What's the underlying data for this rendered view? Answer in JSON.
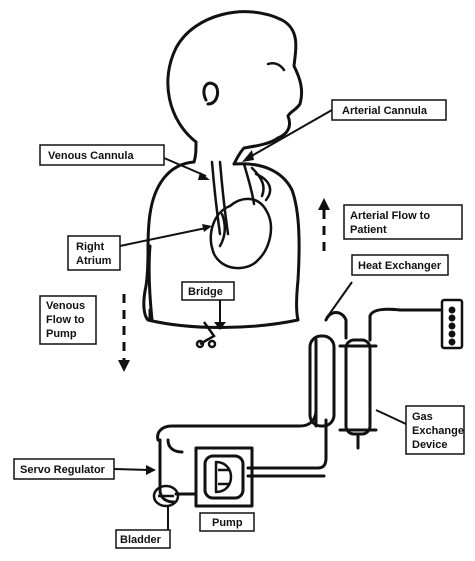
{
  "labels": {
    "arterial_cannula": "Arterial Cannula",
    "venous_cannula": "Venous Cannula",
    "right_atrium": [
      "Right",
      "Atrium"
    ],
    "arterial_flow": [
      "Arterial Flow to",
      "Patient"
    ],
    "heat_exchanger": "Heat Exchanger",
    "venous_flow": [
      "Venous",
      "Flow to",
      "Pump"
    ],
    "bridge": "Bridge",
    "gas_exchange": [
      "Gas",
      "Exchange",
      "Device"
    ],
    "servo_regulator": "Servo Regulator",
    "bladder": "Bladder",
    "pump": "Pump"
  },
  "colors": {
    "ink": "#111111",
    "paper": "#ffffff"
  }
}
